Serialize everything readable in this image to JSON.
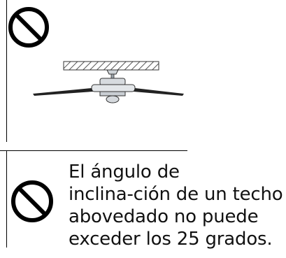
{
  "note": {
    "lines": [
      "El ángulo de",
      "inclina-ción de un techo",
      "abovedado no puede",
      "exceder los 25 grados."
    ]
  },
  "icons": {
    "top": "prohibition-icon",
    "bottom": "prohibition-icon",
    "illustration": "ceiling-fan-illustration"
  }
}
